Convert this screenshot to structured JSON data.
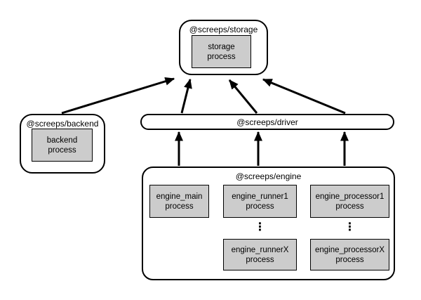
{
  "nodes": {
    "storage": {
      "title": "@screeps/storage",
      "process": "storage\nprocess"
    },
    "backend": {
      "title": "@screeps/backend",
      "process": "backend\nprocess"
    },
    "driver": {
      "title": "@screeps/driver"
    },
    "engine": {
      "title": "@screeps/engine",
      "ellipsis": "⋮",
      "processes": {
        "main": "engine_main\nprocess",
        "runner1": "engine_runner1\nprocess",
        "runnerX": "engine_runnerX\nprocess",
        "processor1": "engine_processor1\nprocess",
        "processorX": "engine_processorX\nprocess"
      }
    }
  },
  "colors": {
    "background": "#ffffff",
    "node_border": "#000000",
    "process_fill": "#cccccc",
    "arrow": "#000000"
  }
}
